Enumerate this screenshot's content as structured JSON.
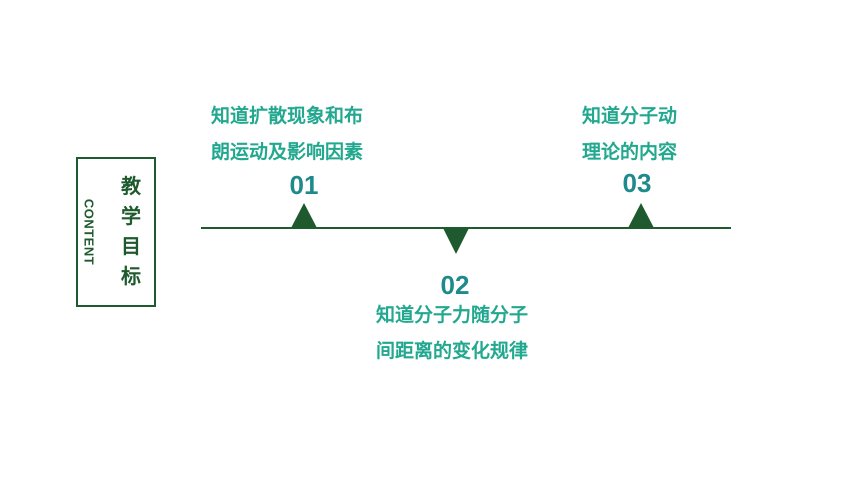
{
  "title": {
    "english": "CONTENT",
    "chinese_chars": [
      "教",
      "学",
      "目",
      "标"
    ]
  },
  "points": [
    {
      "number": "01",
      "line1": "知道扩散现象和布",
      "line2": "朗运动及影响因素",
      "marker": "triangle-up"
    },
    {
      "number": "02",
      "line1": "知道分子力随分子",
      "line2": "间距离的变化规律",
      "marker": "triangle-down"
    },
    {
      "number": "03",
      "line1": "知道分子动",
      "line2": "理论的内容",
      "marker": "triangle-up"
    }
  ],
  "colors": {
    "dark_green": "#1e5a2e",
    "teal": "#1f8a8c",
    "light_teal": "#22a88f"
  }
}
